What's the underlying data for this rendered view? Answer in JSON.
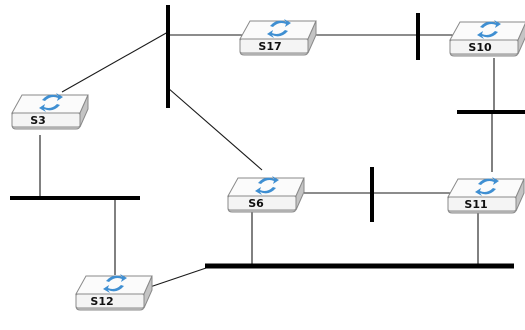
{
  "switches": [
    {
      "id": "s17",
      "label": "S17"
    },
    {
      "id": "s10",
      "label": "S10"
    },
    {
      "id": "s3",
      "label": "S3"
    },
    {
      "id": "s6",
      "label": "S6"
    },
    {
      "id": "s11",
      "label": "S11"
    },
    {
      "id": "s12",
      "label": "S12"
    }
  ],
  "colors": {
    "arrow": "#3f8fd2",
    "line": "#1a1a1a",
    "bus": "#000000",
    "switch_top": "#fafafa",
    "switch_side": "#d9d9d9",
    "switch_outline": "#8a8a8a"
  },
  "icons": {
    "switch": "network-switch-icon",
    "arrows": "sync-arrows-icon"
  }
}
